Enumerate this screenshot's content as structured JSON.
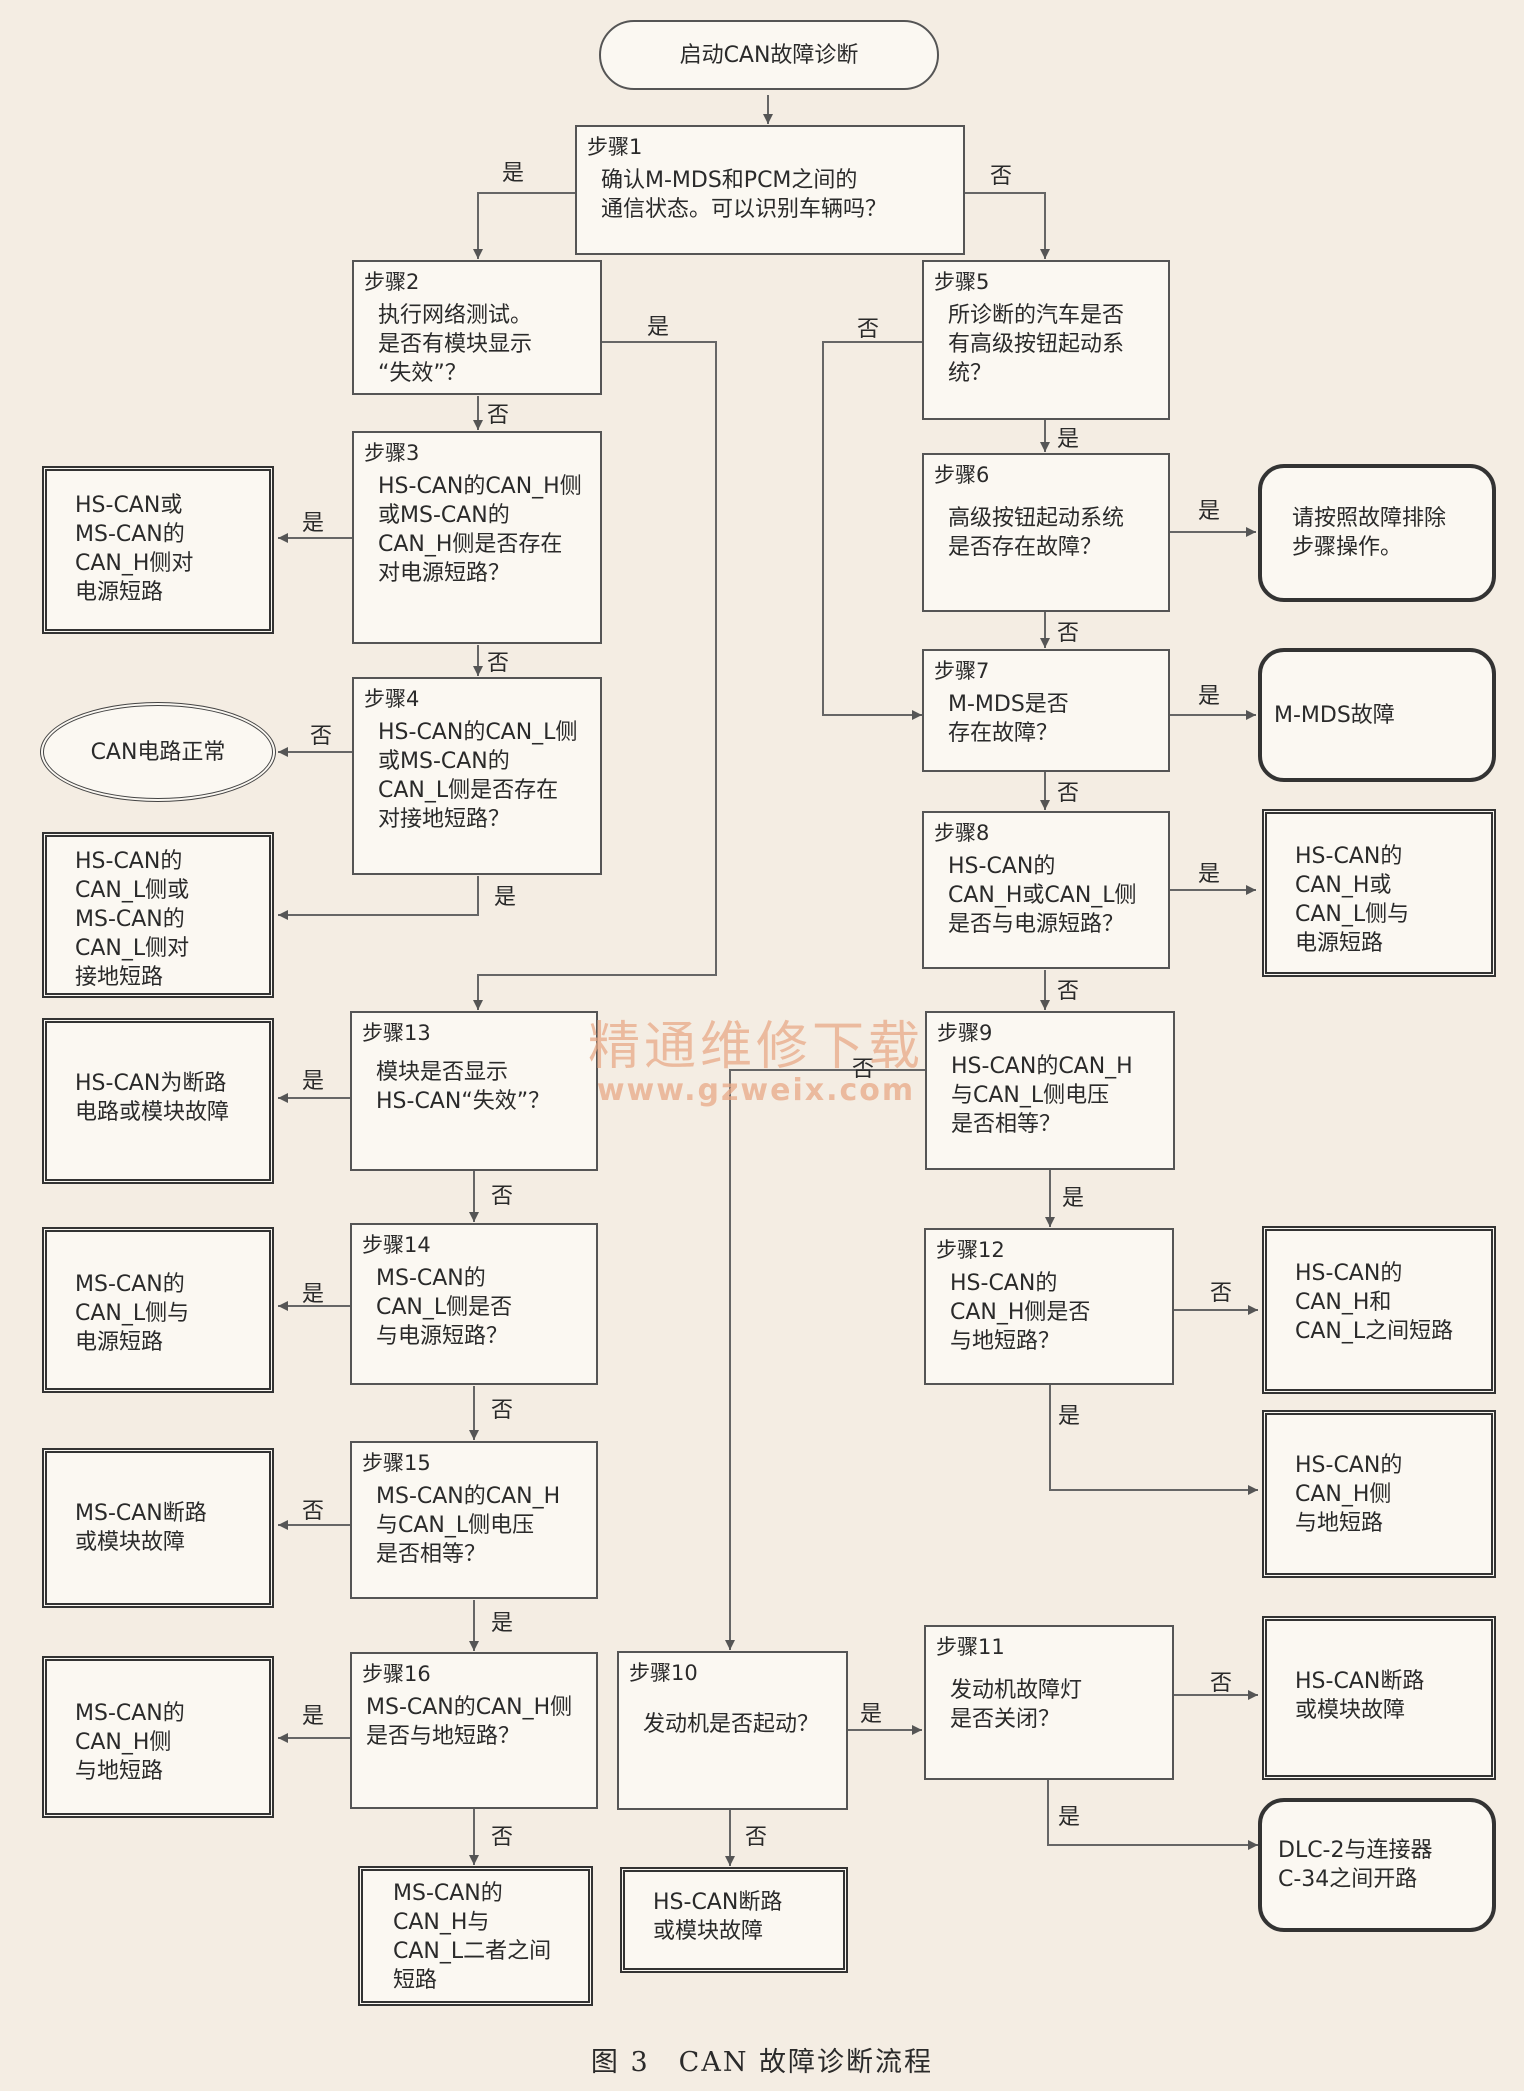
{
  "nodes": {
    "start": "启动CAN故障诊断",
    "s1": {
      "step": "步骤1",
      "text": "确认M-MDS和PCM之间的\n通信状态。可以识别车辆吗？"
    },
    "s2": {
      "step": "步骤2",
      "text": "执行网络测试。\n是否有模块显示\n“失效”？"
    },
    "s3": {
      "step": "步骤3",
      "text": "HS-CAN的CAN_H侧\n或MS-CAN的\nCAN_H侧是否存在\n对电源短路？"
    },
    "s4": {
      "step": "步骤4",
      "text": "HS-CAN的CAN_L侧\n或MS-CAN的\nCAN_L侧是否存在\n对接地短路？"
    },
    "s5": {
      "step": "步骤5",
      "text": "所诊断的汽车是否\n有高级按钮起动系统？"
    },
    "s6": {
      "step": "步骤6",
      "text": "高级按钮起动系统\n是否存在故障？"
    },
    "s7": {
      "step": "步骤7",
      "text": "M-MDS是否\n存在故障？"
    },
    "s8": {
      "step": "步骤8",
      "text": "HS-CAN的\nCAN_H或CAN_L侧\n是否与电源短路？"
    },
    "s9": {
      "step": "步骤9",
      "text": "HS-CAN的CAN_H\n与CAN_L侧电压\n是否相等？"
    },
    "s10": {
      "step": "步骤10",
      "text": "发动机是否起动？"
    },
    "s11": {
      "step": "步骤11",
      "text": "发动机故障灯\n是否关闭？"
    },
    "s12": {
      "step": "步骤12",
      "text": "HS-CAN的\nCAN_H侧是否\n与地短路？"
    },
    "s13": {
      "step": "步骤13",
      "text": "模块是否显示\nHS-CAN“失效”？"
    },
    "s14": {
      "step": "步骤14",
      "text": "MS-CAN的\nCAN_L侧是否\n与电源短路？"
    },
    "s15": {
      "step": "步骤15",
      "text": "MS-CAN的CAN_H\n与CAN_L侧电压\n是否相等？"
    },
    "s16": {
      "step": "步骤16",
      "text": "MS-CAN的CAN_H侧\n是否与地短路？"
    },
    "r3": "HS-CAN或\nMS-CAN的\nCAN_H侧对\n电源短路",
    "r4_ok": "CAN电路正常",
    "r4": "HS-CAN的\nCAN_L侧或\nMS-CAN的\nCAN_L侧对\n接地短路",
    "r6": "请按照故障排除\n步骤操作。",
    "r7": "M-MDS故障",
    "r8": "HS-CAN的\nCAN_H或\nCAN_L侧与\n电源短路",
    "r12_no": "HS-CAN的\nCAN_H和\nCAN_L之间短路",
    "r12_yes": "HS-CAN的\nCAN_H侧\n与地短路",
    "r11_no": "HS-CAN断路\n或模块故障",
    "r11_yes": "DLC-2与连接器\nC-34之间开路",
    "r13": "HS-CAN为断路\n电路或模块故障",
    "r14": "MS-CAN的\nCAN_L侧与\n电源短路",
    "r15": "MS-CAN断路\n或模块故障",
    "r16_yes": "MS-CAN的\nCAN_H侧\n与地短路",
    "r16_no": "MS-CAN的\nCAN_H与\nCAN_L二者之间\n短路",
    "r10": "HS-CAN断路\n或模块故障"
  },
  "labels": {
    "yes": "是",
    "no": "否"
  },
  "watermark": {
    "line1": "精通维修下载",
    "line2": "www.gzweix.com"
  },
  "caption": "图 3　CAN 故障诊断流程",
  "colors": {
    "background": "#f4ede3",
    "line": "#555555",
    "watermark": "#e8a987"
  }
}
